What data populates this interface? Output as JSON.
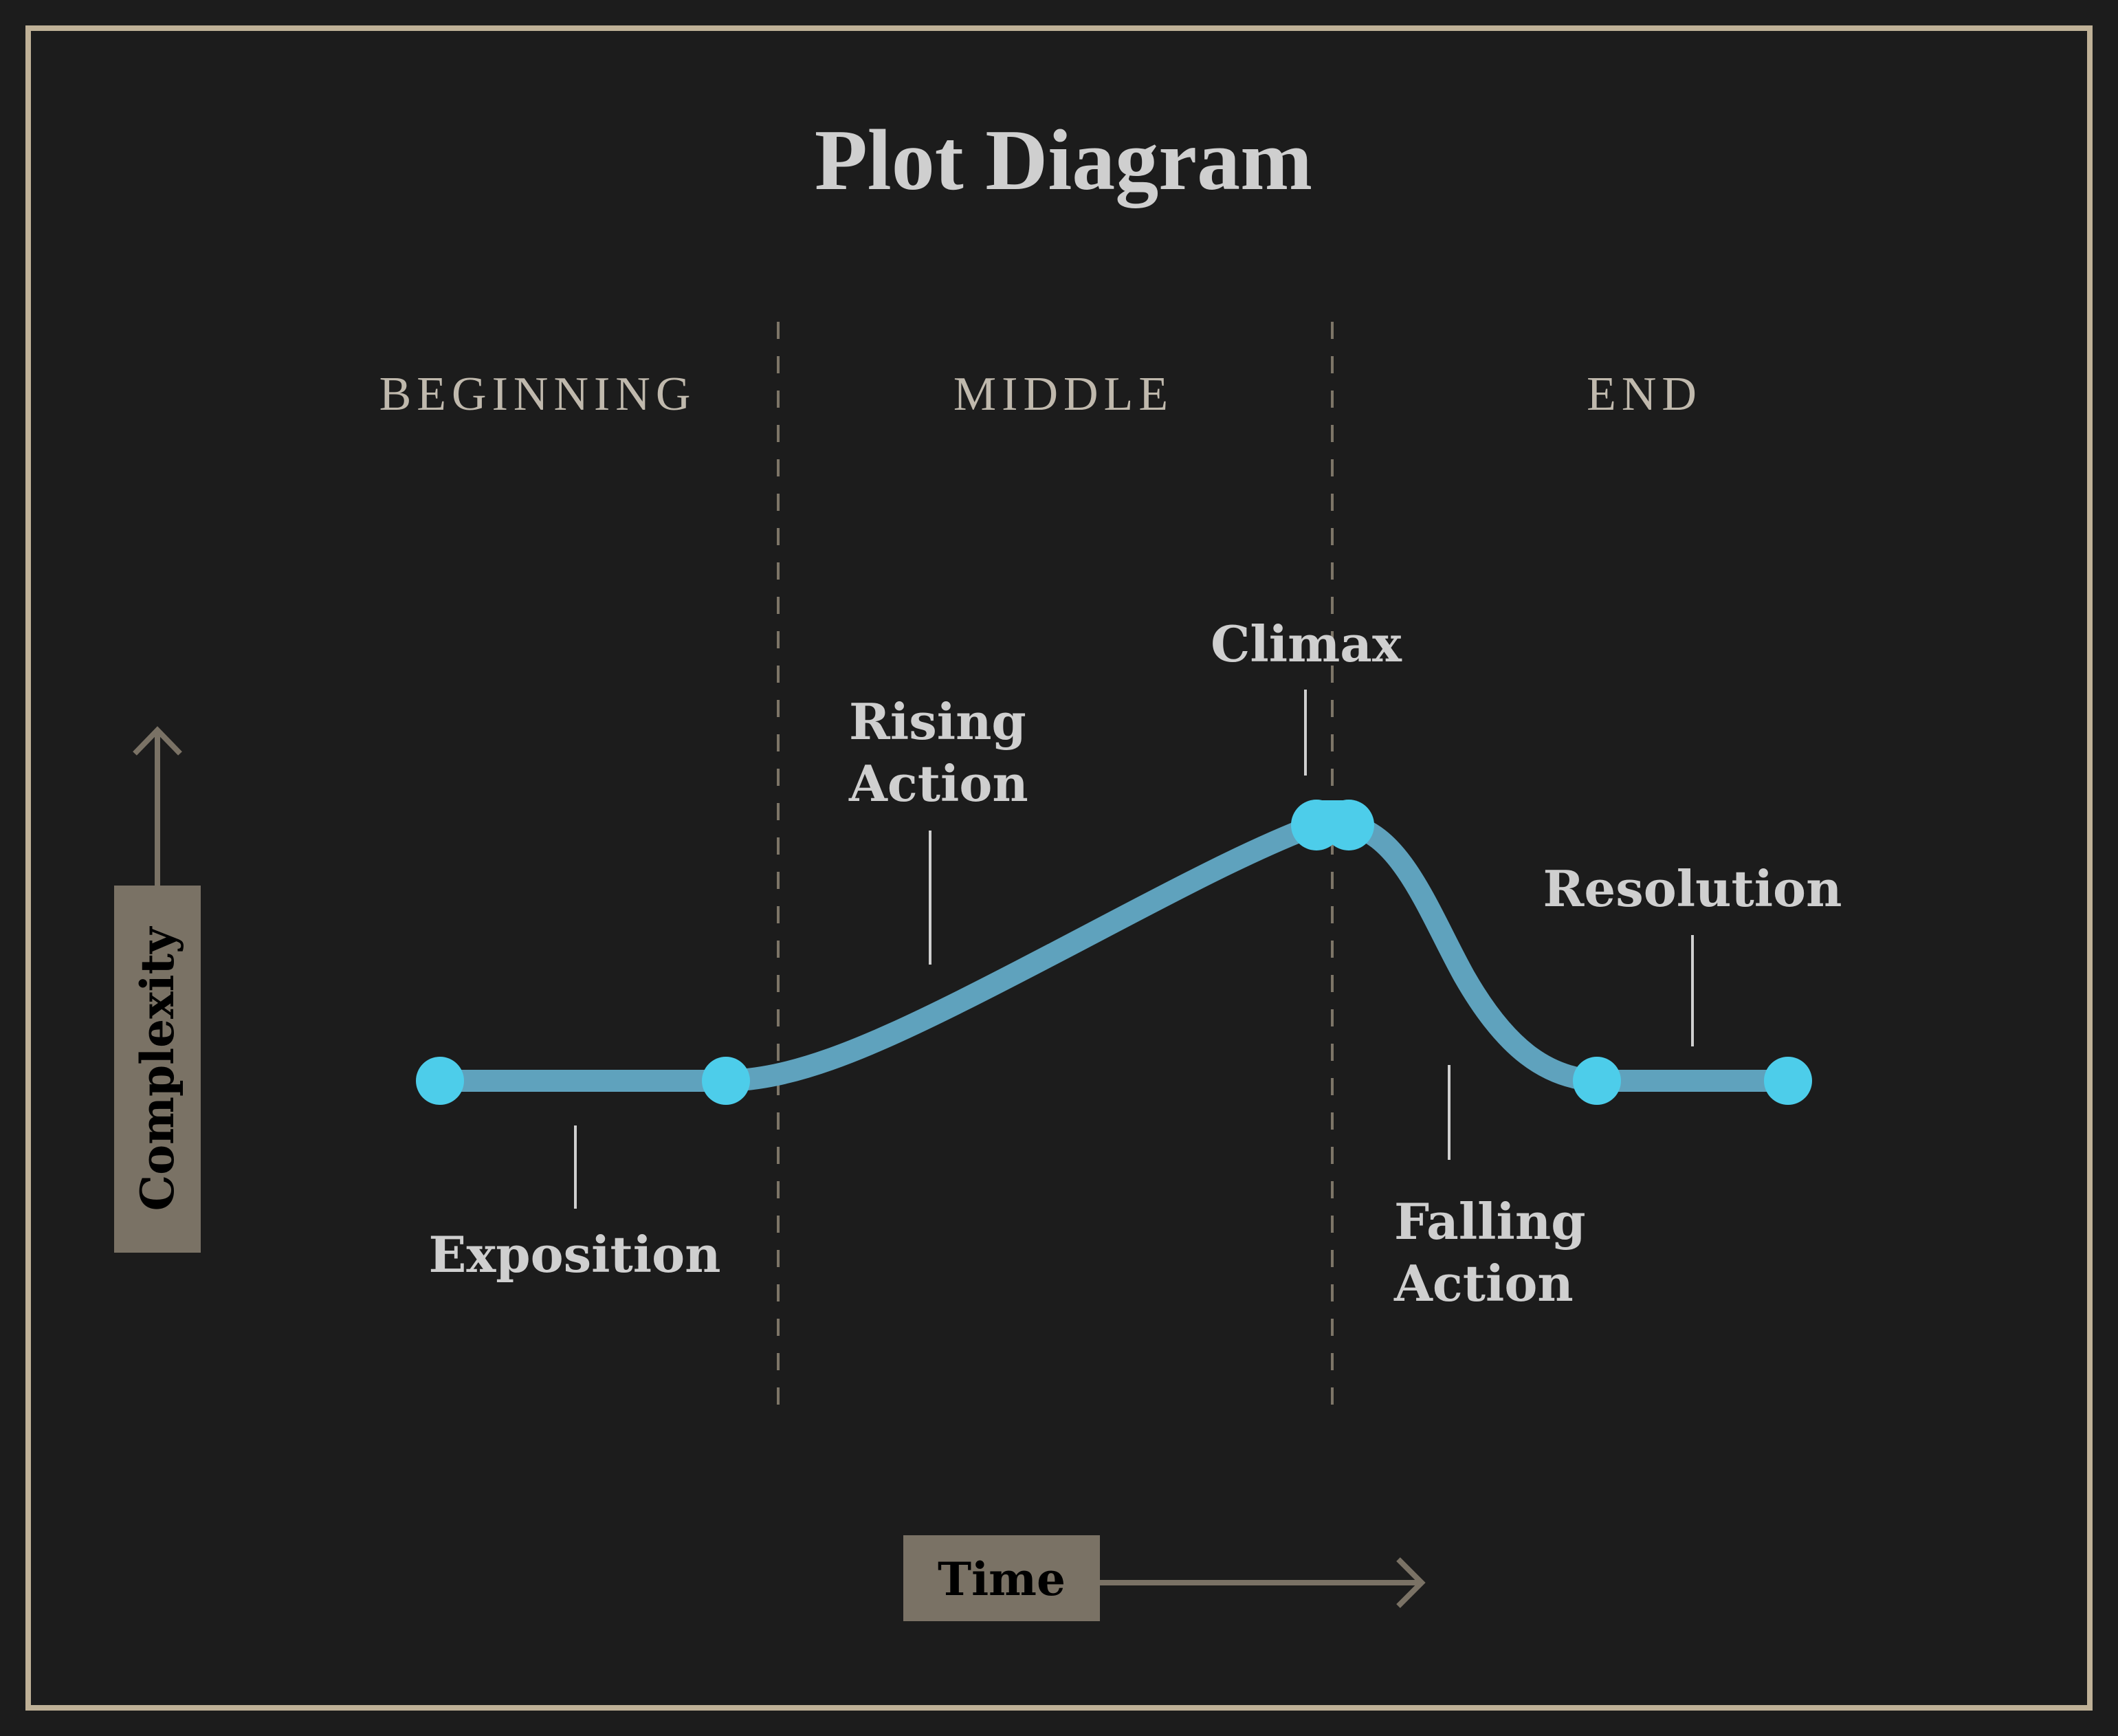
{
  "title": "Plot Diagram",
  "colors": {
    "background": "#1c1c1c",
    "frame": "#bfb197",
    "title_text": "#cfcfcf",
    "section_text": "#c0b9ad",
    "divider": "#7d7567",
    "curve": "#5fa2bd",
    "point": "#4dcdea",
    "leader": "#cfcfcf",
    "axis_box": "#7a7265",
    "axis_text": "#000000"
  },
  "sections": [
    {
      "label": "BEGINNING"
    },
    {
      "label": "MIDDLE"
    },
    {
      "label": "END"
    }
  ],
  "stages": [
    {
      "name": "exposition",
      "label_lines": [
        "Exposition"
      ]
    },
    {
      "name": "rising-action",
      "label_lines": [
        "Rising",
        "Action"
      ]
    },
    {
      "name": "climax",
      "label_lines": [
        "Climax"
      ]
    },
    {
      "name": "falling-action",
      "label_lines": [
        "Falling",
        "Action"
      ]
    },
    {
      "name": "resolution",
      "label_lines": [
        "Resolution"
      ]
    }
  ],
  "axes": {
    "y_label": "Complexity",
    "x_label": "Time"
  }
}
